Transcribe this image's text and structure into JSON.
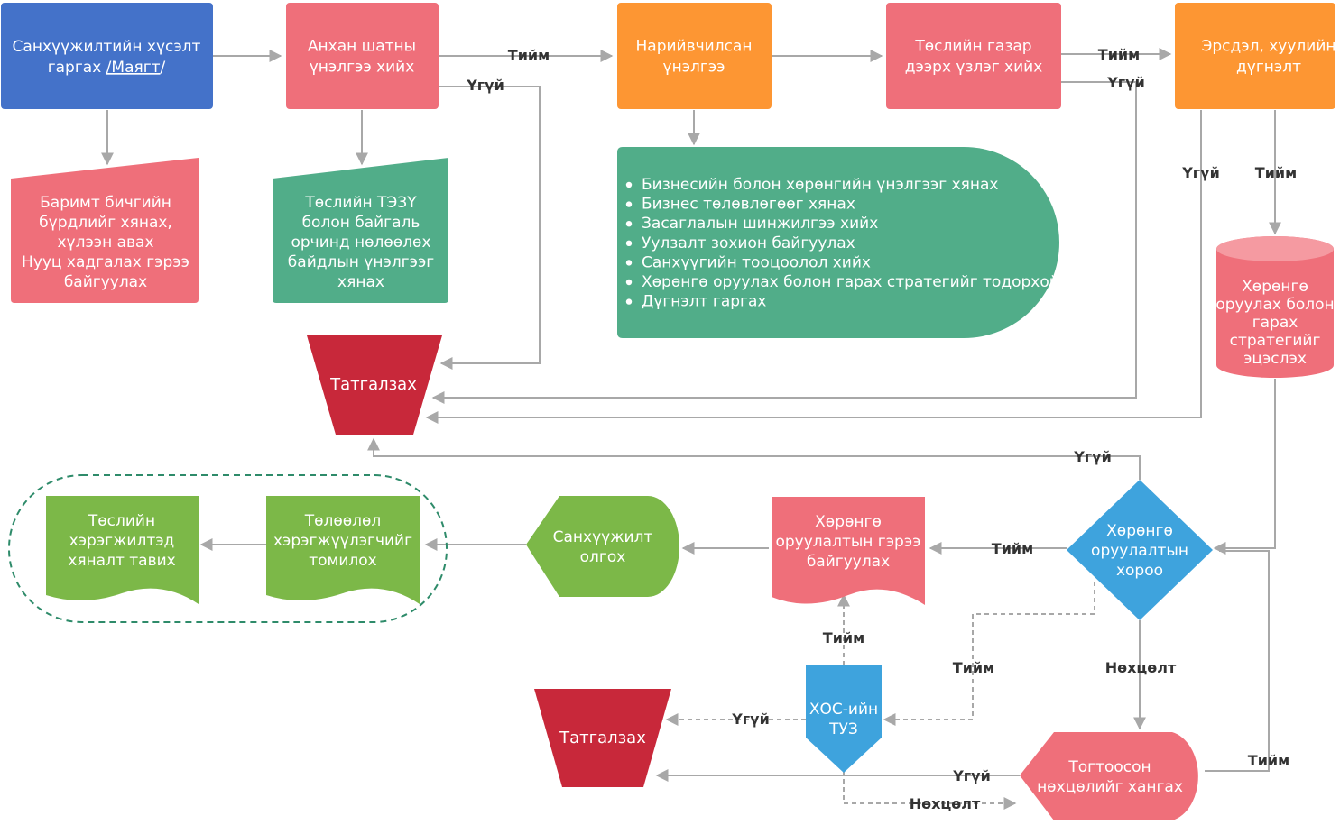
{
  "colors": {
    "blue": "#4472c9",
    "pink": "#ef6f7a",
    "orange": "#fd9633",
    "green": "#51ad89",
    "lime": "#7cb848",
    "red": "#c8283a",
    "sky": "#3ea3dd",
    "connector": "#a8a8a8",
    "boundary": "#2e8b6a"
  },
  "nodes": {
    "request": {
      "line1": "Санхүүжилтийн хүсэлт",
      "line2a": "гаргах ",
      "line2link": "/Маягт",
      "line2b": "/"
    },
    "initial_eval": {
      "lines": [
        "Анхан шатны",
        "үнэлгээ хийх"
      ]
    },
    "detailed_eval": {
      "lines": [
        "Нарийвчилсан",
        "үнэлгээ"
      ]
    },
    "site_visit": {
      "lines": [
        "Төслийн газар",
        "дээрх үзлэг хийх"
      ]
    },
    "risk_legal": {
      "lines": [
        "Эрсдэл, хуулийн",
        "дүгнэлт"
      ]
    },
    "docs": {
      "lines": [
        "Баримт бичгийн",
        "бүрдлийг хянах,",
        "хүлээн авах",
        "Нууц хадгалах гэрээ",
        "байгуулах"
      ]
    },
    "env_review": {
      "lines": [
        "Төслийн ТЭЗҮ",
        "болон байгаль",
        "орчинд нөлөөлөх",
        "байдлын үнэлгээг",
        "хянах"
      ]
    },
    "tasks": {
      "items": [
        "Бизнесийн болон хөрөнгийн үнэлгээг хянах",
        "Бизнес төлөвлөгөөг хянах",
        "Засаглалын шинжилгээ хийх",
        "Уулзалт зохион байгуулах",
        "Санхүүгийн тооцоолол хийх",
        "Хөрөнгө оруулах болон гарах стратегийг тодорхойлох",
        "Дүгнэлт гаргах"
      ]
    },
    "strategy": {
      "lines": [
        "Хөрөнгө",
        "оруулах болон",
        "гарах",
        "стратегийг",
        "эцэслэх"
      ]
    },
    "reject1": {
      "label": "Татгалзах"
    },
    "committee": {
      "lines": [
        "Хөрөнгө",
        "оруулалтын",
        "хороо"
      ]
    },
    "contract": {
      "lines": [
        "Хөрөнгө",
        "оруулалтын гэрээ",
        "байгуулах"
      ]
    },
    "funding": {
      "lines": [
        "Санхүүжилт",
        "олгох"
      ]
    },
    "manager": {
      "lines": [
        "Төлөөлөл",
        "хэрэгжүүлэгчийг",
        "томилох"
      ]
    },
    "monitor": {
      "lines": [
        "Төслийн",
        "хэрэгжилтэд",
        "хяналт тавих"
      ]
    },
    "board": {
      "lines": [
        "ХОС-ийн",
        "ТУЗ"
      ]
    },
    "reject2": {
      "label": "Татгалзах"
    },
    "conditions": {
      "lines": [
        "Тогтоосон",
        "нөхцөлийг хангах"
      ]
    }
  },
  "edge_labels": {
    "yes_1": "Тийм",
    "no_1": "Үгүй",
    "yes_2": "Тийм",
    "no_2": "Үгүй",
    "no_3": "Үгүй",
    "yes_3": "Тийм",
    "no_4": "Үгүй",
    "yes_4": "Тийм",
    "condition_1": "Нөхцөлт",
    "yes_5": "Тийм",
    "yes_6": "Тийм",
    "no_5": "Үгүй",
    "no_6": "Үгүй",
    "condition_2": "Нөхцөлт",
    "yes_7": "Тийм"
  }
}
